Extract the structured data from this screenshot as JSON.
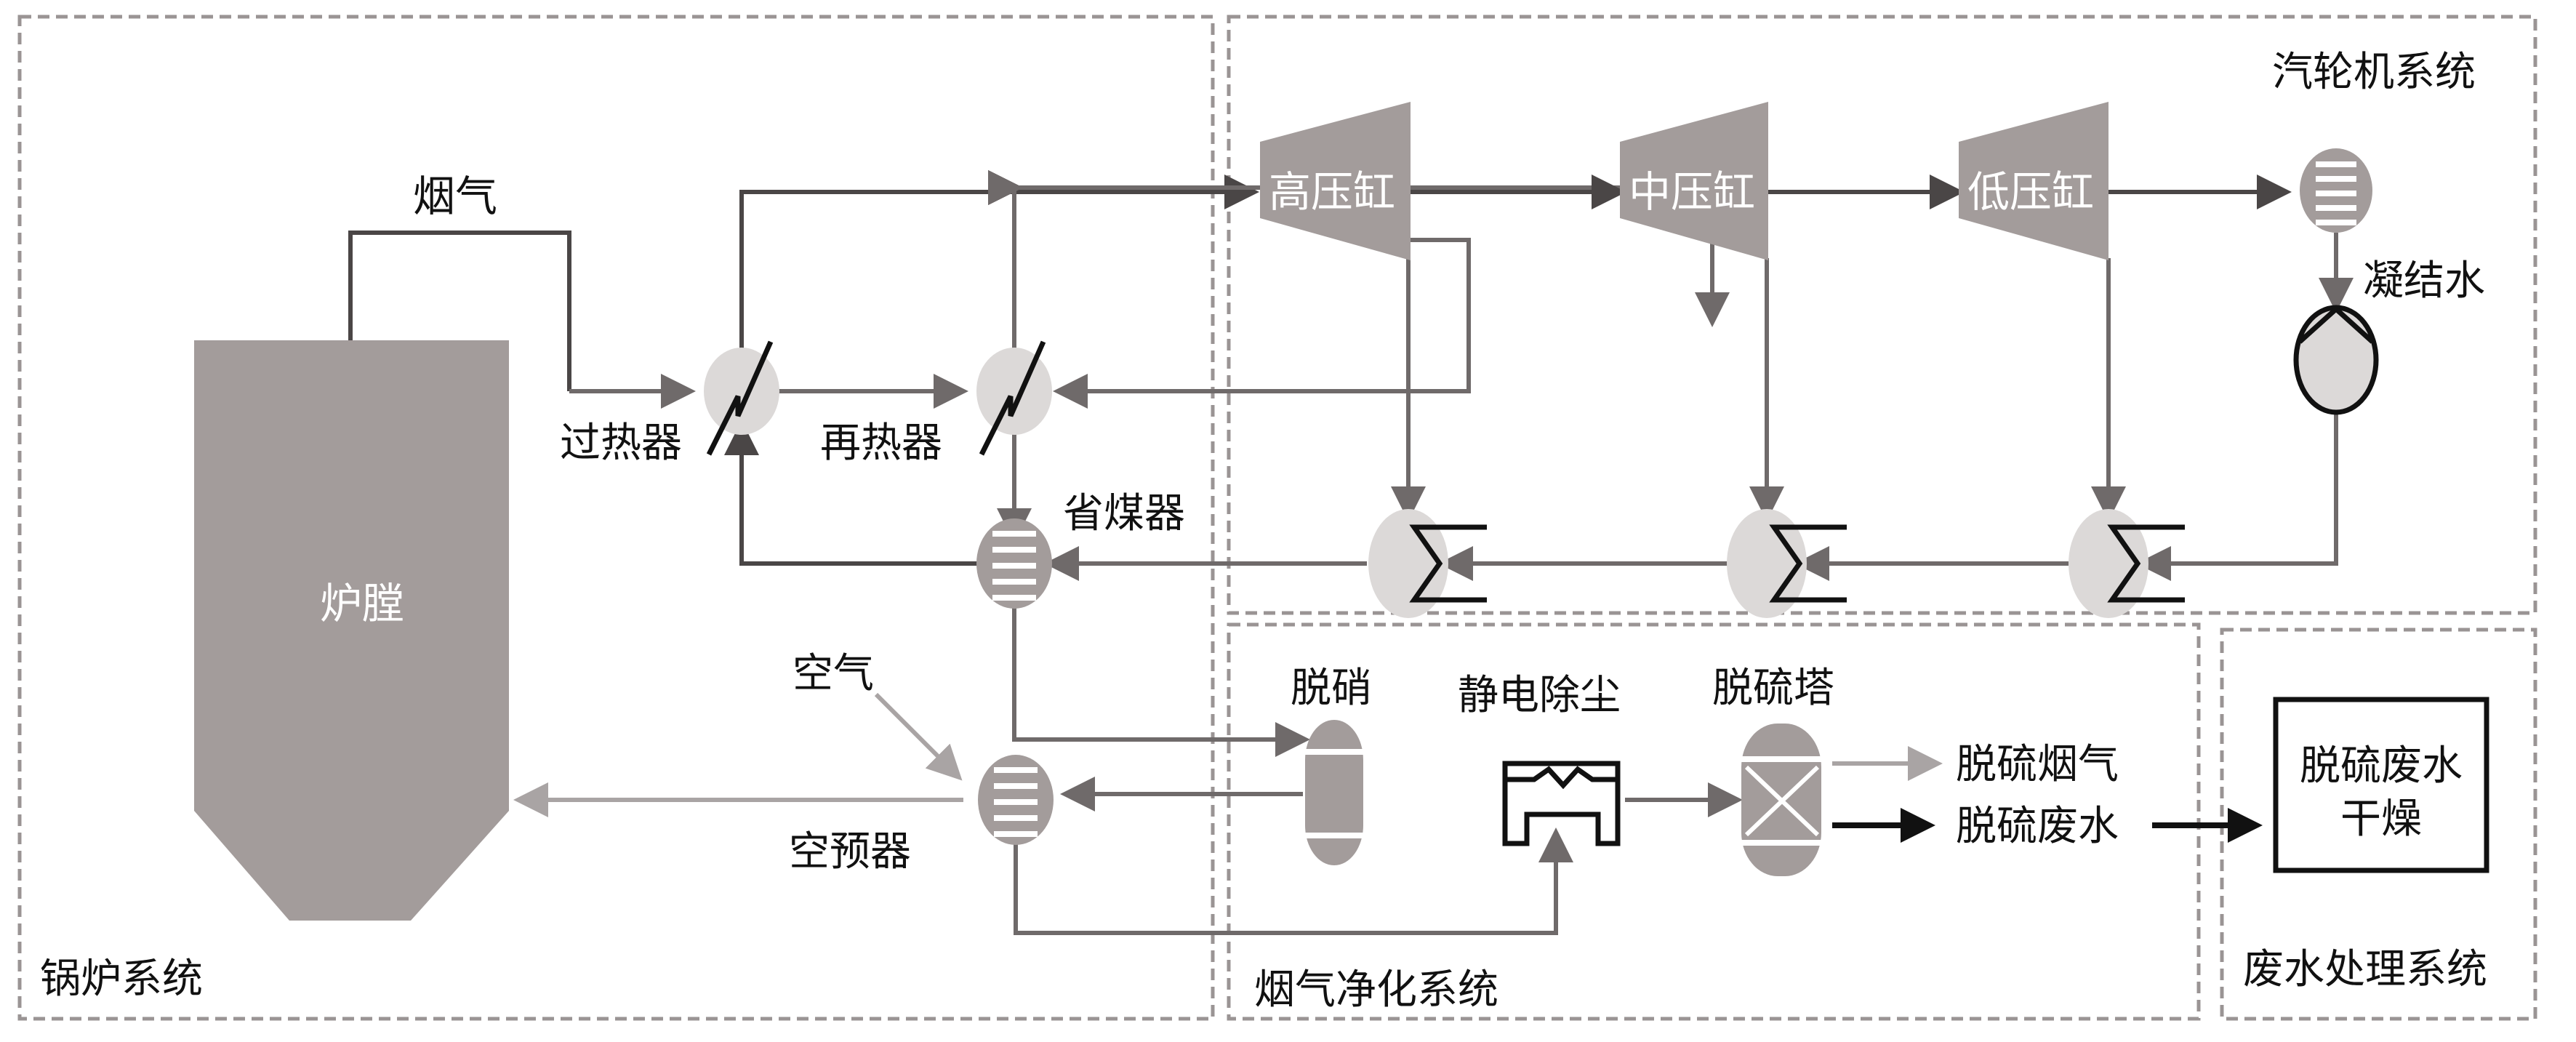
{
  "systems": {
    "boiler": "锅炉系统",
    "turbine": "汽轮机系统",
    "flue_gas_cleaning": "烟气净化系统",
    "wastewater": "废水处理系统"
  },
  "boiler": {
    "furnace": "炉膛",
    "flue_gas": "烟气",
    "superheater": "过热器",
    "reheater": "再热器",
    "economizer": "省煤器",
    "air": "空气",
    "air_preheater": "空预器"
  },
  "turbine": {
    "hp": "高压缸",
    "ip": "中压缸",
    "lp": "低压缸",
    "condensate": "凝结水"
  },
  "flue_gas_cleaning": {
    "denitration": "脱硝",
    "esp": "静电除尘",
    "fgd_tower": "脱硫塔",
    "desulfurized_flue_gas": "脱硫烟气",
    "desulfurization_wastewater": "脱硫废水"
  },
  "wastewater": {
    "dryer_line1": "脱硫废水",
    "dryer_line2": "干燥"
  },
  "colors": {
    "equipment_fill": "#a39c9b",
    "heat_exchanger_fill": "#dcd9d8",
    "pipe": "#6f6a6a",
    "system_border": "#9a9494",
    "wastewater_line": "#111111"
  }
}
